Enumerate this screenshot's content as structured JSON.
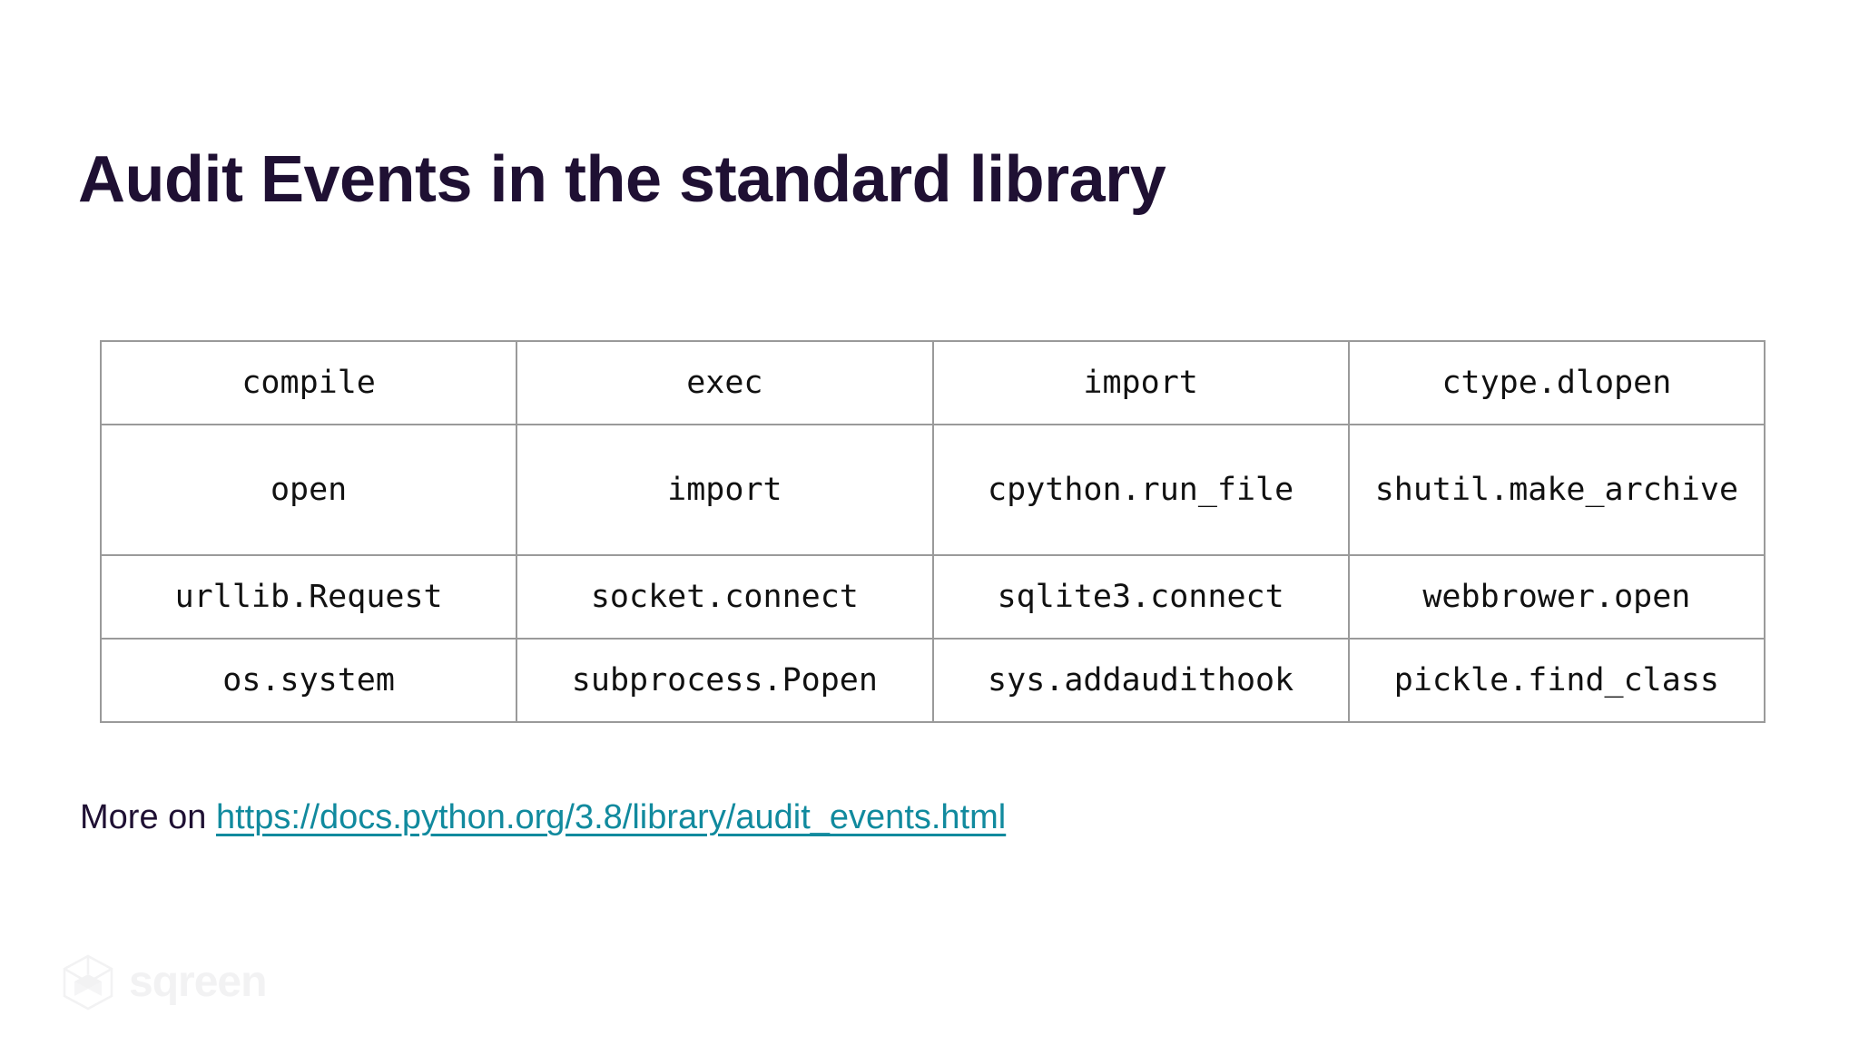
{
  "slide": {
    "title": "Audit Events in the standard library",
    "title_color": "#1f1033",
    "background_color": "#ffffff"
  },
  "table": {
    "border_color": "#9a9a9a",
    "rows": [
      {
        "cells": [
          "compile",
          "exec",
          "import",
          "ctype.dlopen"
        ]
      },
      {
        "cells": [
          "open",
          "import",
          "cpython.run_file",
          "shutil.make_archive"
        ]
      },
      {
        "cells": [
          "urllib.Request",
          "socket.connect",
          "sqlite3.connect",
          "webbrower.open"
        ]
      },
      {
        "cells": [
          "os.system",
          "subprocess.Popen",
          "sys.addaudithook",
          "pickle.find_class"
        ]
      }
    ]
  },
  "footer": {
    "more_label": "More on ",
    "link_text": "https://docs.python.org/3.8/library/audit_events.html",
    "link_color": "#118a9e"
  },
  "logo": {
    "name": "sqreen",
    "text": "sqreen",
    "color": "#f2f2f3"
  }
}
